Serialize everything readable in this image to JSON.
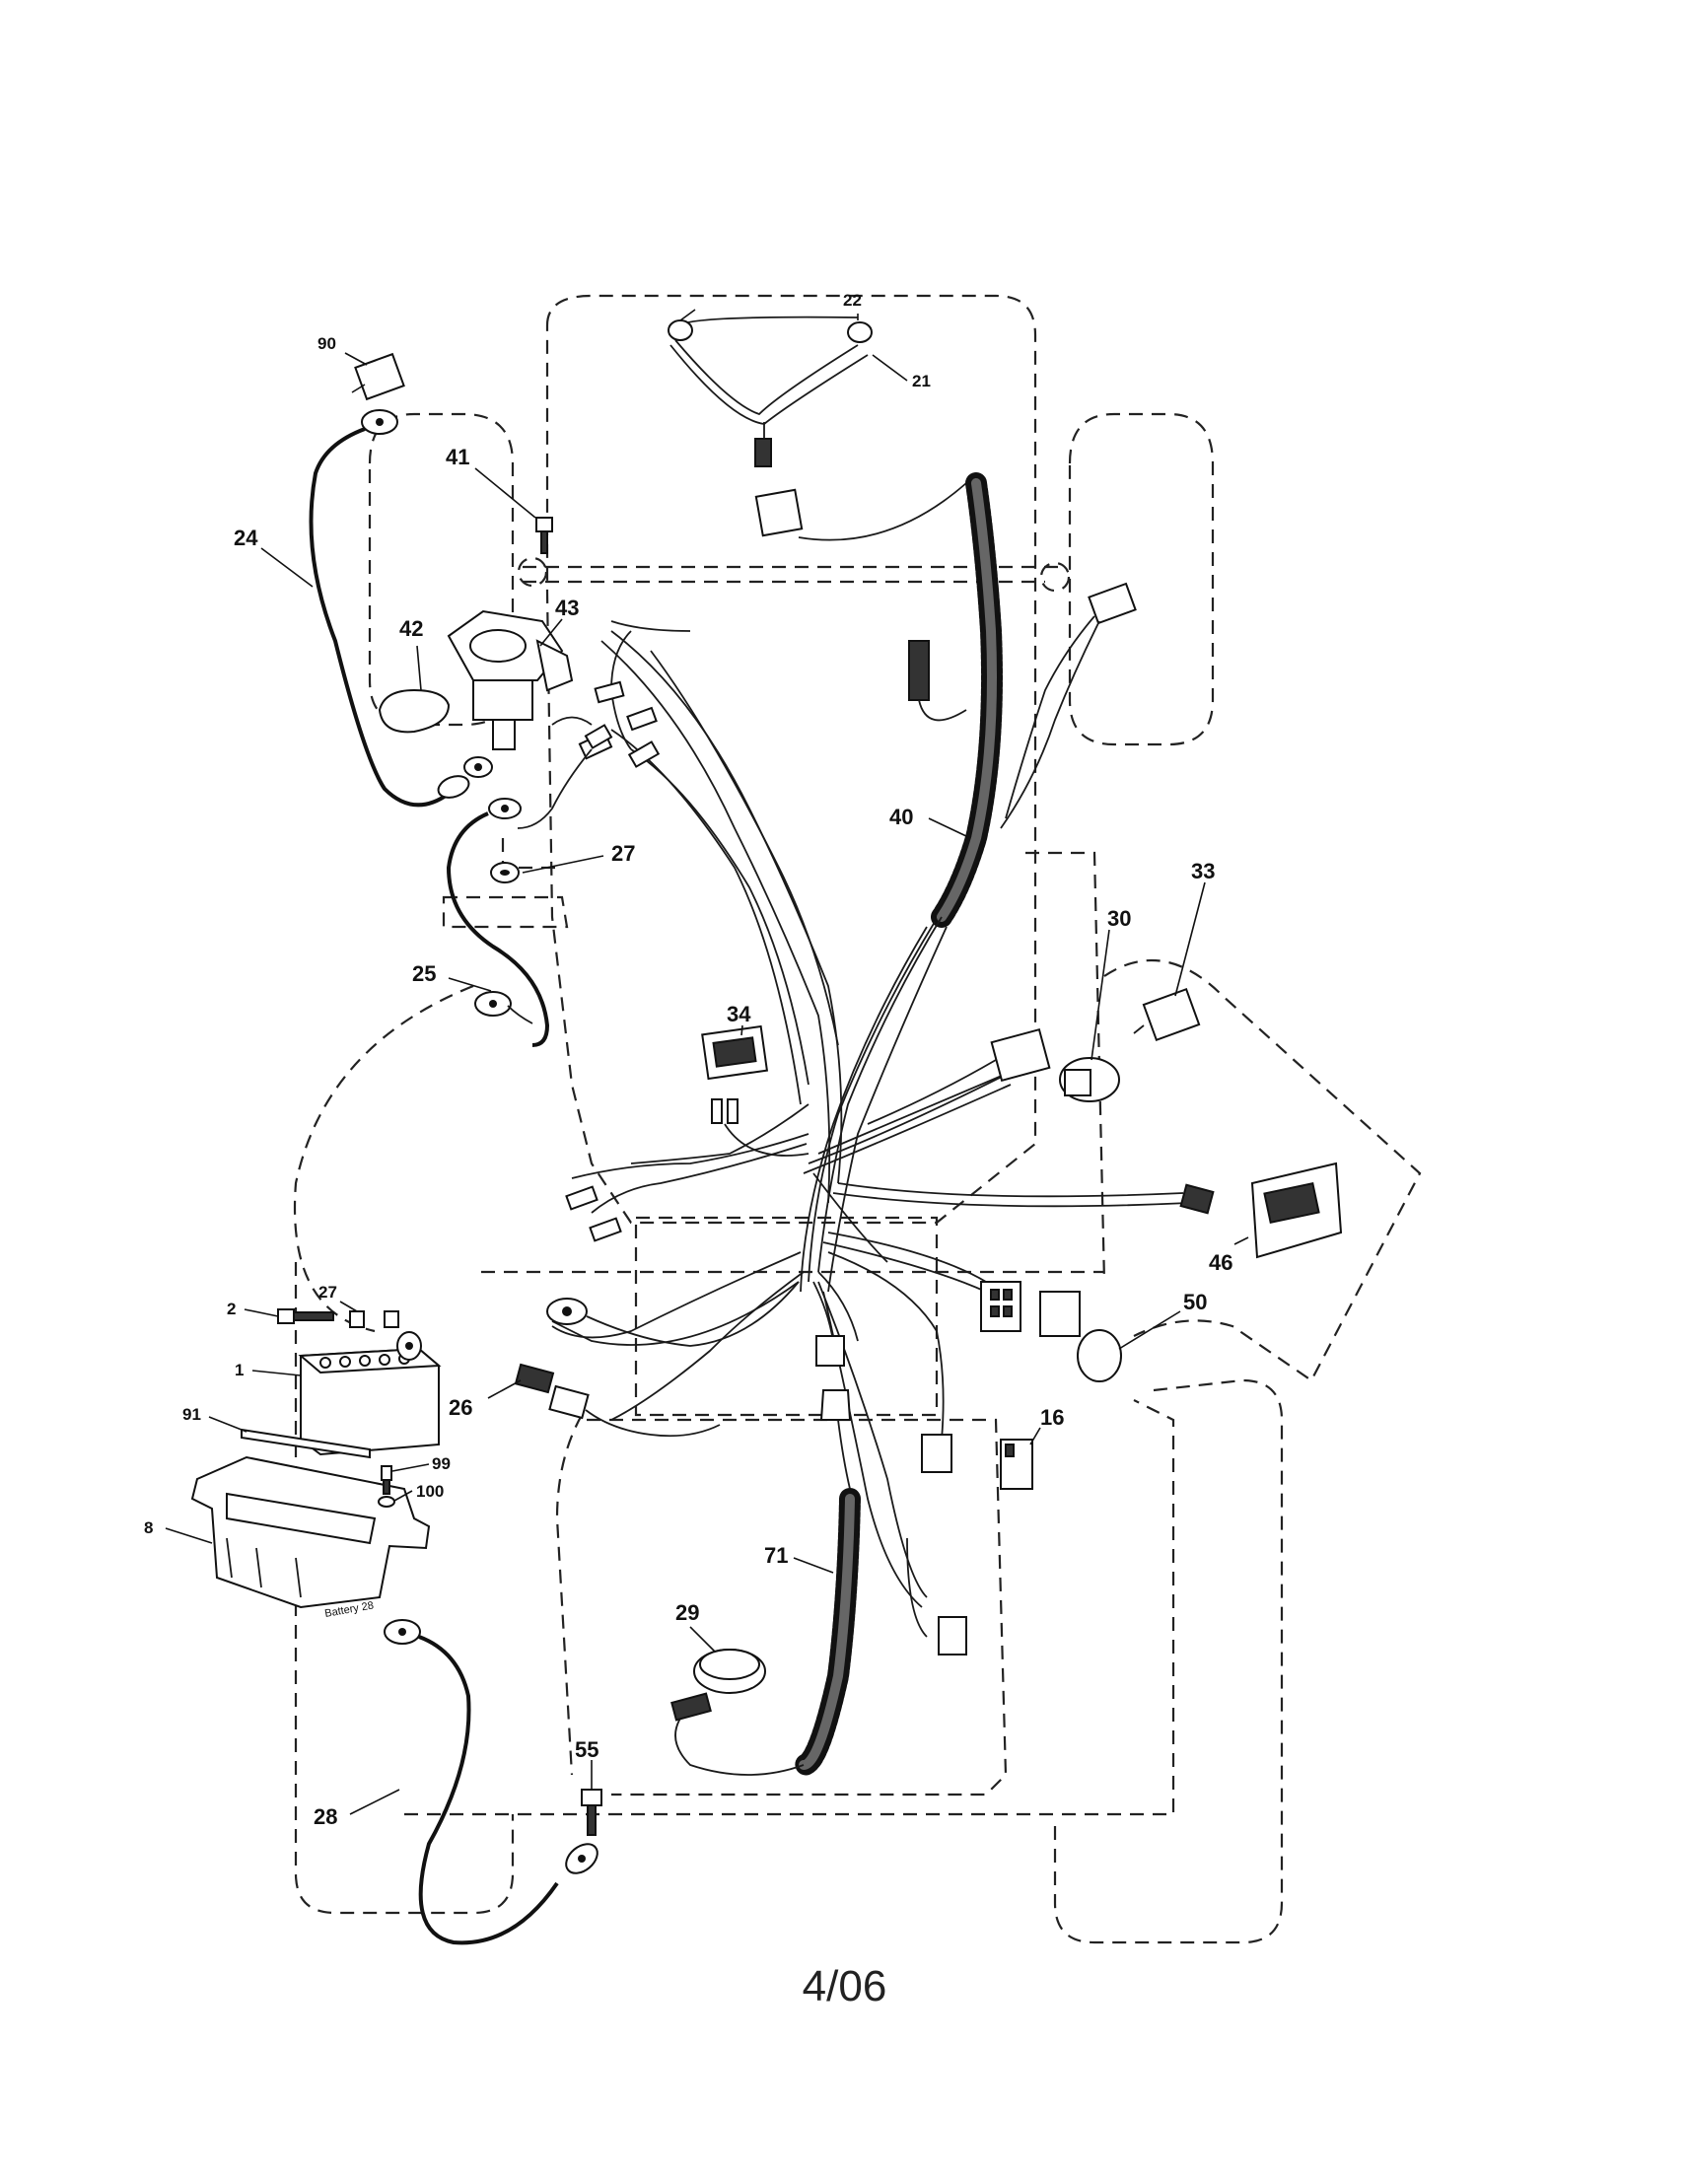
{
  "diagram": {
    "callouts": {
      "c1": "1",
      "c2": "2",
      "c8": "8",
      "c16": "16",
      "c21": "21",
      "c22": "22",
      "c24": "24",
      "c25": "25",
      "c26": "26",
      "c27a": "27",
      "c27b": "27",
      "c28": "28",
      "c29": "29",
      "c30": "30",
      "c33": "33",
      "c34": "34",
      "c40": "40",
      "c41": "41",
      "c42": "42",
      "c43": "43",
      "c46": "46",
      "c50": "50",
      "c55": "55",
      "c71": "71",
      "c90": "90",
      "c91": "91",
      "c99": "99",
      "c100": "100"
    },
    "battery_tray_label": "Battery 28",
    "page_number": "4/06"
  }
}
